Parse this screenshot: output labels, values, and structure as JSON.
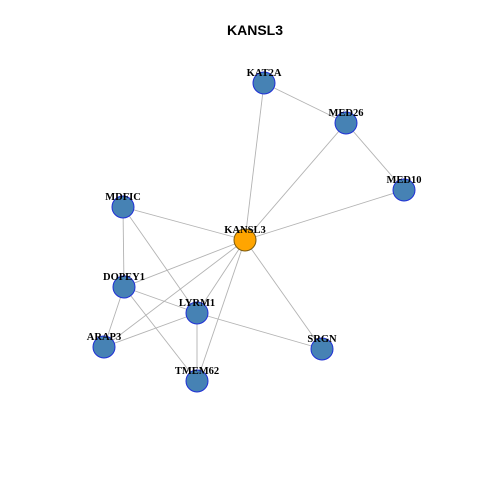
{
  "title": "KANSL3",
  "colors": {
    "node_fill": "#4682b4",
    "node_stroke": "#1f2fd6",
    "hub_fill": "#ffa500",
    "hub_stroke": "#7a5a10",
    "edge": "#b3b3b3"
  },
  "nodes": [
    {
      "id": "KANSL3",
      "label": "KANSL3",
      "hub": true
    },
    {
      "id": "KAT2A",
      "label": "KAT2A",
      "hub": false
    },
    {
      "id": "MED26",
      "label": "MED26",
      "hub": false
    },
    {
      "id": "MED10",
      "label": "MED10",
      "hub": false
    },
    {
      "id": "MDFIC",
      "label": "MDFIC",
      "hub": false
    },
    {
      "id": "DOPEY1",
      "label": "DOPEY1",
      "hub": false
    },
    {
      "id": "LYRM1",
      "label": "LYRM1",
      "hub": false
    },
    {
      "id": "ARAP3",
      "label": "ARAP3",
      "hub": false
    },
    {
      "id": "SRGN",
      "label": "SRGN",
      "hub": false
    },
    {
      "id": "TMEM62",
      "label": "TMEM62",
      "hub": false
    }
  ],
  "edges": [
    [
      "KAT2A",
      "MED26"
    ],
    [
      "KAT2A",
      "KANSL3"
    ],
    [
      "MED26",
      "KANSL3"
    ],
    [
      "MED26",
      "MED10"
    ],
    [
      "MED10",
      "KANSL3"
    ],
    [
      "MDFIC",
      "KANSL3"
    ],
    [
      "MDFIC",
      "DOPEY1"
    ],
    [
      "MDFIC",
      "LYRM1"
    ],
    [
      "KANSL3",
      "DOPEY1"
    ],
    [
      "KANSL3",
      "LYRM1"
    ],
    [
      "KANSL3",
      "ARAP3"
    ],
    [
      "KANSL3",
      "SRGN"
    ],
    [
      "KANSL3",
      "TMEM62"
    ],
    [
      "DOPEY1",
      "LYRM1"
    ],
    [
      "DOPEY1",
      "ARAP3"
    ],
    [
      "DOPEY1",
      "TMEM62"
    ],
    [
      "LYRM1",
      "ARAP3"
    ],
    [
      "LYRM1",
      "SRGN"
    ],
    [
      "LYRM1",
      "TMEM62"
    ]
  ]
}
